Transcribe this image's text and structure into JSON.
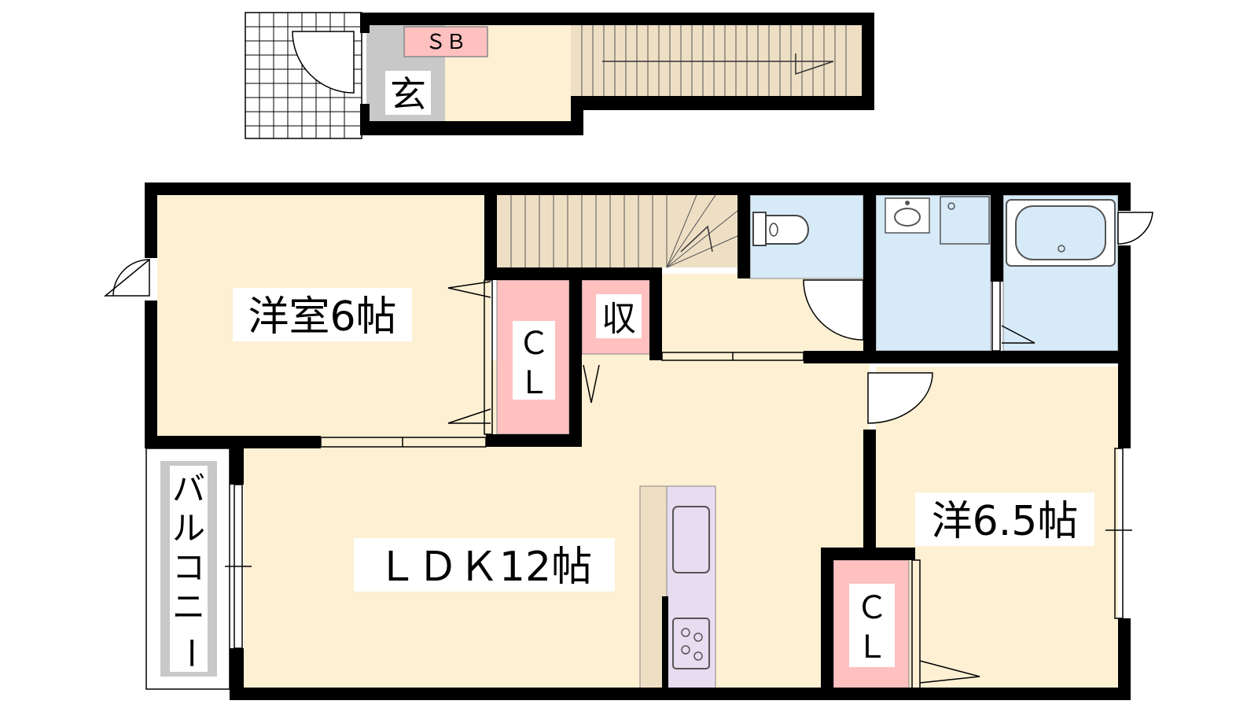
{
  "colors": {
    "room_fill": "#fdf0d3",
    "wet_fill": "#d6eaf8",
    "storage_fill": "#ffc0c0",
    "entry_fill": "#c8c8c8",
    "kitchen_fill": "#e8dcf0",
    "counter_fill": "#eedfc4",
    "balcony_fill": "#c8c8c8",
    "wall": "#000000"
  },
  "rooms": {
    "western_room_6": "洋室6帖",
    "western_room_6_5": "洋6.5帖",
    "ldk": "ＬＤＫ12帖",
    "closet_1": [
      "Ｃ",
      "Ｌ"
    ],
    "closet_2": [
      "Ｃ",
      "Ｌ"
    ],
    "storage": "収",
    "entrance": "玄",
    "shoe_box": "ＳＢ",
    "balcony": [
      "バ",
      "ル",
      "コ",
      "ニ",
      "ー"
    ]
  },
  "icons": [
    "toilet-icon",
    "washbasin-icon",
    "bathtub-icon",
    "sink-icon",
    "stove-icon",
    "stairs-icon",
    "door-swing-icon"
  ]
}
